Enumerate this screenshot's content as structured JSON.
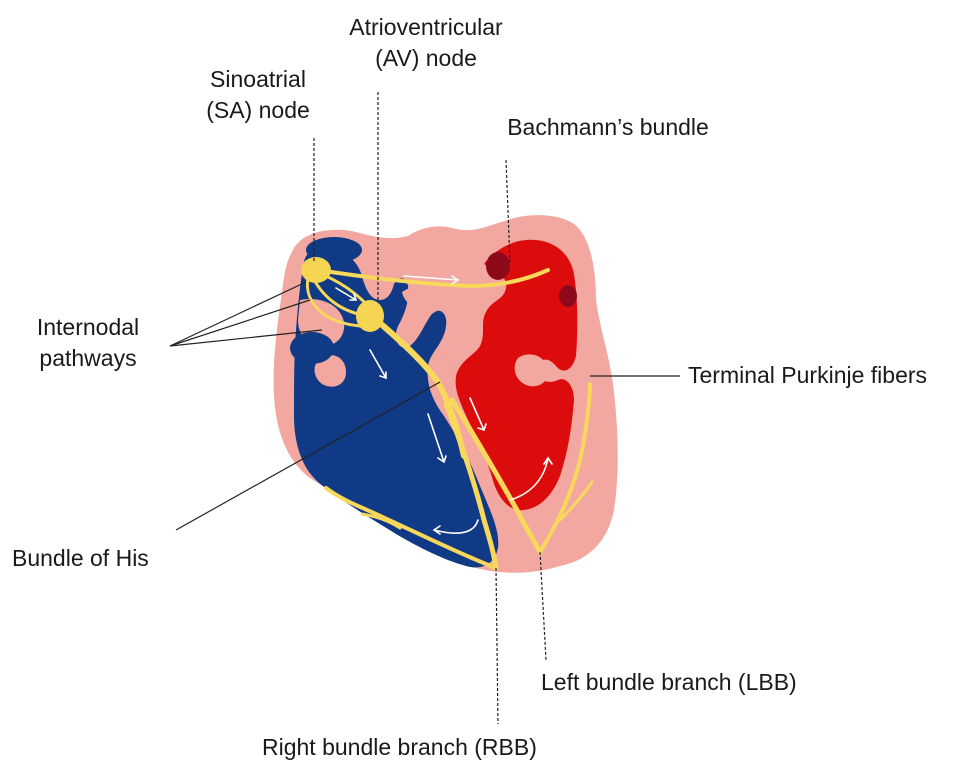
{
  "labels": {
    "av_node": {
      "line1": "Atrioventricular",
      "line2": "(AV) node"
    },
    "sa_node": {
      "line1": "Sinoatrial",
      "line2": "(SA) node"
    },
    "bachmann": "Bachmann’s bundle",
    "internodal": {
      "line1": "Internodal",
      "line2": "pathways"
    },
    "purkinje": "Terminal Purkinje fibers",
    "his": "Bundle of His",
    "lbb": "Left bundle branch (LBB)",
    "rbb": "Right bundle branch (RBB)"
  },
  "colors": {
    "myocardium": "#f2a7a0",
    "right_heart": "#103a85",
    "left_heart": "#dd0c0c",
    "vessel_dark": "#8c0a1a",
    "conduction": "#f7d85a",
    "node": "#f5d552",
    "flow_arrow": "#ffffff",
    "leader_line": "#222222"
  }
}
